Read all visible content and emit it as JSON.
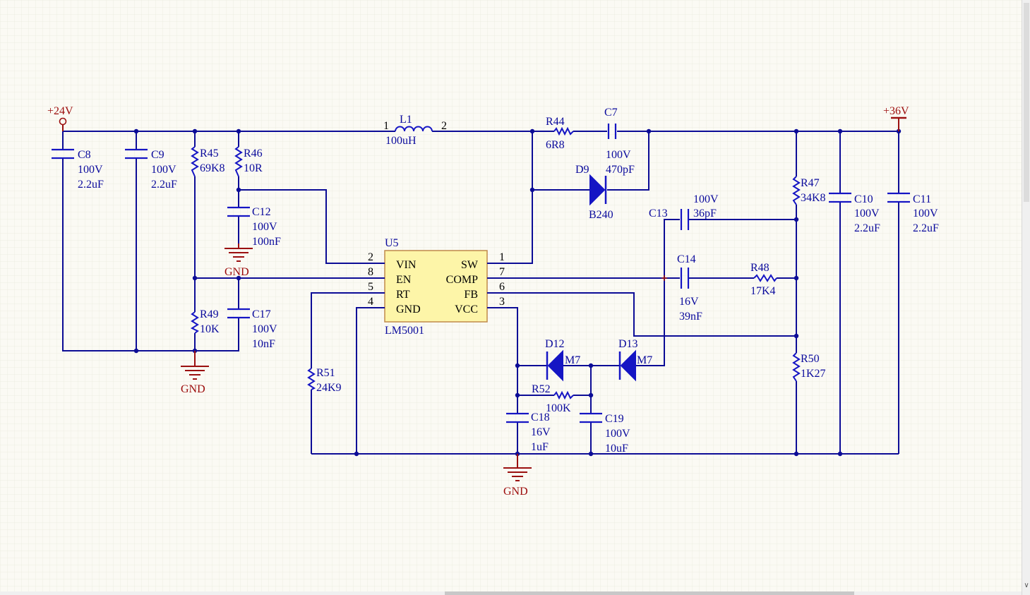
{
  "colors": {
    "wire": "#0c0c96",
    "component": "#1515c4",
    "power": "#9b1010",
    "ic_fill": "#fdf5a8",
    "ic_border": "#c08a4a",
    "background": "#fbfaf4"
  },
  "power_ports": {
    "in": "+24V",
    "out": "+36V",
    "gnd_left": "GND",
    "gnd_mid": "GND",
    "gnd_bottom": "GND"
  },
  "ic": {
    "designator": "U5",
    "part": "LM5001",
    "left_pins": [
      {
        "num": "2",
        "name": "VIN"
      },
      {
        "num": "8",
        "name": "EN"
      },
      {
        "num": "5",
        "name": "RT"
      },
      {
        "num": "4",
        "name": "GND"
      }
    ],
    "right_pins": [
      {
        "num": "1",
        "name": "SW"
      },
      {
        "num": "7",
        "name": "COMP"
      },
      {
        "num": "6",
        "name": "FB"
      },
      {
        "num": "3",
        "name": "VCC"
      }
    ]
  },
  "inductor": {
    "ref": "L1",
    "value": "100uH",
    "pin1": "1",
    "pin2": "2"
  },
  "resistors": {
    "R44": {
      "ref": "R44",
      "value": "6R8"
    },
    "R45": {
      "ref": "R45",
      "value": "69K8"
    },
    "R46": {
      "ref": "R46",
      "value": "10R"
    },
    "R47": {
      "ref": "R47",
      "value": "34K8"
    },
    "R48": {
      "ref": "R48",
      "value": "17K4"
    },
    "R49": {
      "ref": "R49",
      "value": "10K"
    },
    "R50": {
      "ref": "R50",
      "value": "1K27"
    },
    "R51": {
      "ref": "R51",
      "value": "24K9"
    },
    "R52": {
      "ref": "R52",
      "value": "100K"
    }
  },
  "capacitors": {
    "C7": {
      "ref": "C7",
      "voltage": "100V",
      "value": "470pF"
    },
    "C8": {
      "ref": "C8",
      "voltage": "100V",
      "value": "2.2uF"
    },
    "C9": {
      "ref": "C9",
      "voltage": "100V",
      "value": "2.2uF"
    },
    "C10": {
      "ref": "C10",
      "voltage": "100V",
      "value": "2.2uF"
    },
    "C11": {
      "ref": "C11",
      "voltage": "100V",
      "value": "2.2uF"
    },
    "C12": {
      "ref": "C12",
      "voltage": "100V",
      "value": "100nF"
    },
    "C13": {
      "ref": "C13",
      "voltage": "100V",
      "value": "36pF"
    },
    "C14": {
      "ref": "C14",
      "voltage": "16V",
      "value": "39nF"
    },
    "C17": {
      "ref": "C17",
      "voltage": "100V",
      "value": "10nF"
    },
    "C18": {
      "ref": "C18",
      "voltage": "16V",
      "value": "1uF"
    },
    "C19": {
      "ref": "C19",
      "voltage": "100V",
      "value": "10uF"
    }
  },
  "diodes": {
    "D9": {
      "ref": "D9",
      "value": "B240"
    },
    "D12": {
      "ref": "D12",
      "value": "M7"
    },
    "D13": {
      "ref": "D13",
      "value": "M7"
    }
  }
}
